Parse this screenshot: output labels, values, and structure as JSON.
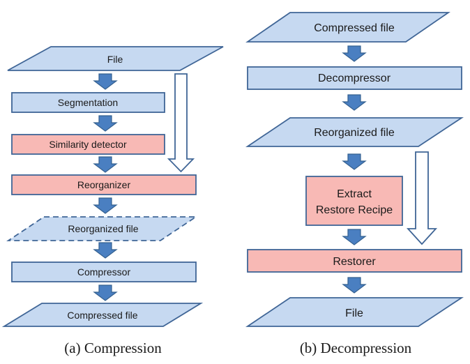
{
  "compression": {
    "file": "File",
    "segmentation": "Segmentation",
    "similarity_detector": "Similarity detector",
    "reorganizer": "Reorganizer",
    "reorganized_file": "Reorganized file",
    "compressor": "Compressor",
    "compressed_file": "Compressed file",
    "caption": "(a)  Compression"
  },
  "decompression": {
    "compressed_file": "Compressed file",
    "decompressor": "Decompressor",
    "reorganized_file": "Reorganized file",
    "extract_line1": "Extract",
    "extract_line2": "Restore Recipe",
    "restorer": "Restorer",
    "file": "File",
    "caption": "(b)  Decompression"
  },
  "colors": {
    "blue_fill": "#c6d9f1",
    "blue_stroke": "#3f6596",
    "pink_fill": "#f8b9b5",
    "pink_stroke": "#3f6596",
    "arrow_fill": "#4a7fc1",
    "arrow_stroke": "#34608f"
  }
}
